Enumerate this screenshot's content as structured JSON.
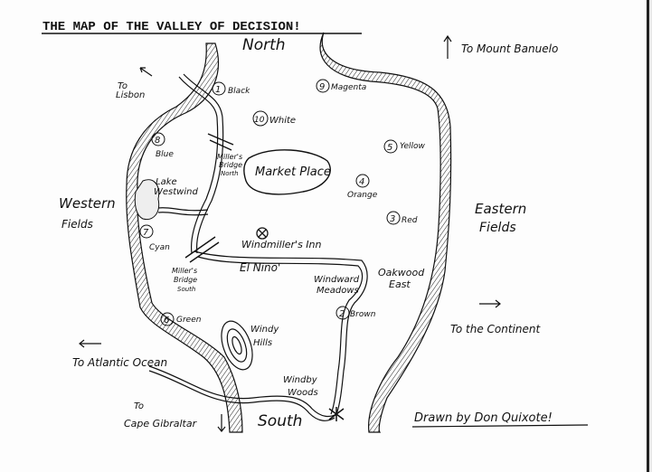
{
  "title": "THE MAP OF THE VALLEY OF DECISION!",
  "credit": "Drawn by Don Quixote!",
  "compass": {
    "north": "North",
    "south": "South"
  },
  "directions": {
    "mount": "To Mount Banuelo",
    "lisbon_1": "To",
    "lisbon_2": "Lisbon",
    "continent": "To the Continent",
    "atlantic": "To Atlantic Ocean",
    "gibraltar_1": "To",
    "gibraltar_2": "Cape Gibraltar"
  },
  "regions": {
    "western_1": "Western",
    "western_2": "Fields",
    "eastern_1": "Eastern",
    "eastern_2": "Fields",
    "lake_1": "Lake",
    "lake_2": "Westwind",
    "market": "Market Place",
    "inn": "Windmiller's Inn",
    "elnino": "El Nino'",
    "windward_1": "Windward",
    "windward_2": "Meadows",
    "oakwood_1": "Oakwood",
    "oakwood_2": "East",
    "windy_1": "Windy",
    "windy_2": "Hills",
    "windby_1": "Windby",
    "windby_2": "Woods",
    "bridge_n_1": "Miller's",
    "bridge_n_2": "Bridge",
    "bridge_n_3": "North",
    "bridge_s_1": "Miller's",
    "bridge_s_2": "Bridge",
    "bridge_s_3": "South"
  },
  "markers": [
    {
      "num": "1",
      "label": "Black"
    },
    {
      "num": "2",
      "label": "Brown"
    },
    {
      "num": "3",
      "label": "Red"
    },
    {
      "num": "4",
      "label": "Orange"
    },
    {
      "num": "5",
      "label": "Yellow"
    },
    {
      "num": "6",
      "label": "Green"
    },
    {
      "num": "7",
      "label": "Cyan"
    },
    {
      "num": "8",
      "label": "Blue"
    },
    {
      "num": "9",
      "label": "Magenta"
    },
    {
      "num": "10",
      "label": "White"
    }
  ]
}
